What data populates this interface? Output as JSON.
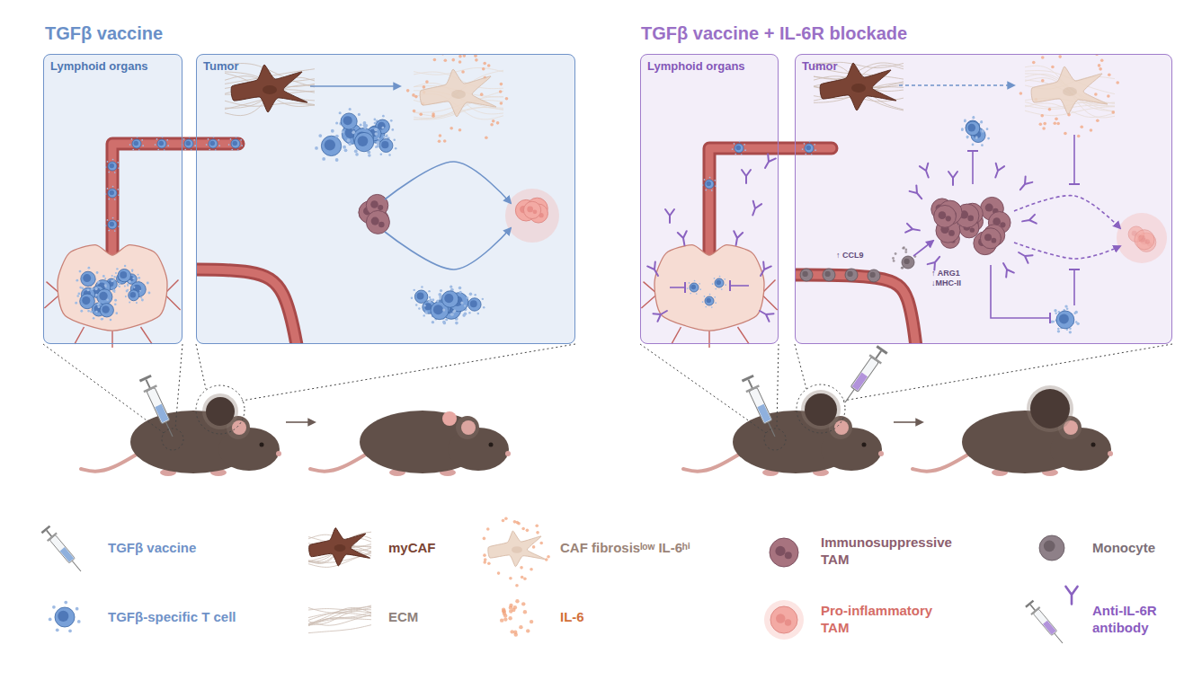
{
  "diagram": {
    "nodes": [
      {
        "text": [
          "Lymphoid organs"
        ]
      },
      {
        "text": [
          "Tumor"
        ]
      },
      {
        "text": [
          "Lymphoid organs"
        ]
      },
      {
        "text": [
          "Tumor"
        ]
      }
    ],
    "labels": [
      "TGFβ vaccine",
      "TGFβ vaccine + IL-6R blockade",
      "↑ CCL9",
      "↑ ARG1",
      "↓MHC-II"
    ],
    "legend": [
      {
        "text": "TGFβ vaccine"
      },
      {
        "text": "myCAF"
      },
      {
        "text": "CAF fibrosisˡᵒʷ IL-6ʰⁱ"
      },
      {
        "text": "Immunosuppressive TAM"
      },
      {
        "text": "Monocyte"
      },
      {
        "text": "TGFβ-specific T cell"
      },
      {
        "text": "ECM"
      },
      {
        "text": "IL-6"
      },
      {
        "text": "Pro-inflammatory TAM"
      },
      {
        "text": "Anti-IL-6R antibody"
      }
    ]
  }
}
